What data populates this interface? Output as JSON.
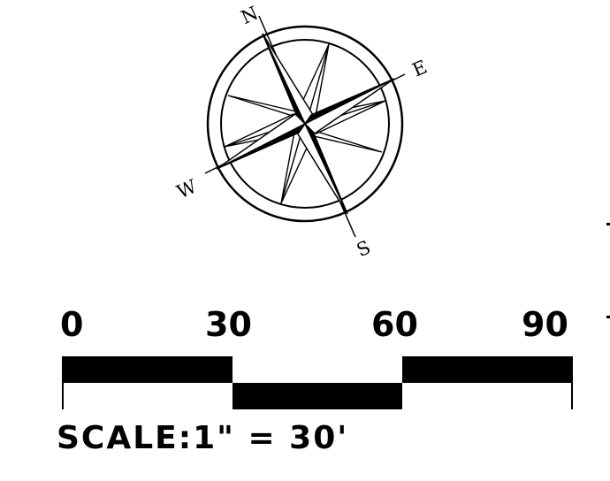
{
  "compass": {
    "north": "N",
    "east": "E",
    "south": "S",
    "west": "W"
  },
  "scale_bar": {
    "ticks": [
      "0",
      "30",
      "60",
      "90"
    ],
    "segments": [
      "upper",
      "lower",
      "upper"
    ],
    "caption": "SCALE:1\" = 30'"
  },
  "colors": {
    "ink": "#000000",
    "paper": "#ffffff"
  }
}
